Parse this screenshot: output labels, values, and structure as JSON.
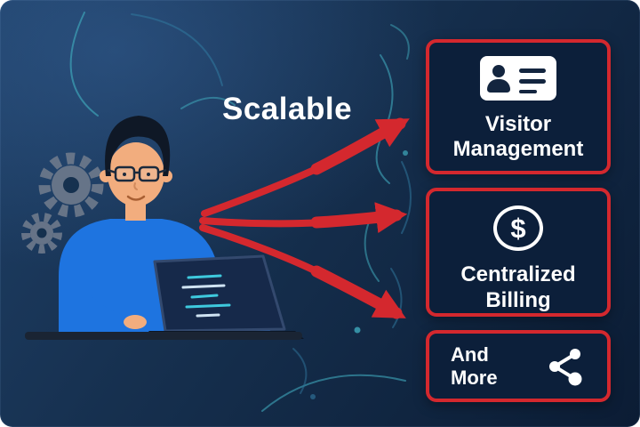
{
  "headline": "Scalable",
  "cards": [
    {
      "title": "Visitor Management",
      "icon": "id-card-icon"
    },
    {
      "title": "Centralized Billing",
      "icon": "dollar-circle-icon"
    },
    {
      "title": "And More",
      "icon": "share-icon"
    }
  ],
  "icons": {
    "dollar_glyph": "$"
  },
  "colors": {
    "background_light": "#1f4067",
    "background_dark": "#0b1c34",
    "accent_red": "#d4282e",
    "card_background": "#0c1f3a",
    "text": "#ffffff",
    "curve_teal": "#3fa9bc",
    "shirt_blue": "#1e74e0",
    "gear_gray": "#6e7a8c"
  }
}
